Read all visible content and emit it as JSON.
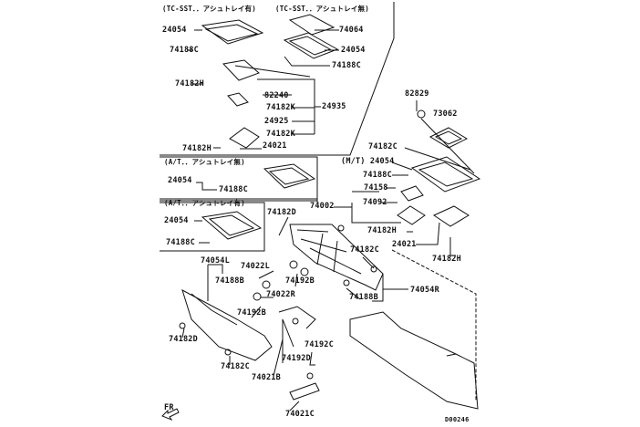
{
  "headers": {
    "tc_with_ashtray": "(TC-SST．．アシュトレイ有)",
    "tc_without_ashtray": "(TC-SST．．アシュトレイ無)",
    "at_without_ashtray": "(A/T．．アシュトレイ無)",
    "at_with_ashtray": "(A/T．．アシュトレイ有)",
    "mt_24054": "(M/T) 24054"
  },
  "labels": [
    "24054",
    "74188C",
    "74064",
    "24054",
    "74188C",
    "74182H",
    "82240",
    "74182K",
    "24935",
    "24925",
    "74182K",
    "74182H",
    "24021",
    "24054",
    "74188C",
    "24054",
    "74188C",
    "74054L",
    "74022L",
    "74188B",
    "74022R",
    "74192B",
    "74182D",
    "74182C",
    "74021B",
    "74192D",
    "74192C",
    "74021C",
    "74182D",
    "74192B",
    "74002",
    "82829",
    "73062",
    "74182C",
    "74188C",
    "74158",
    "74092",
    "74182H",
    "24021",
    "74182H",
    "74182C",
    "74054R",
    "74188B"
  ],
  "direction": "FR",
  "diagram_code": "D00246",
  "colors": {
    "line": "#111111",
    "background": "#ffffff"
  }
}
